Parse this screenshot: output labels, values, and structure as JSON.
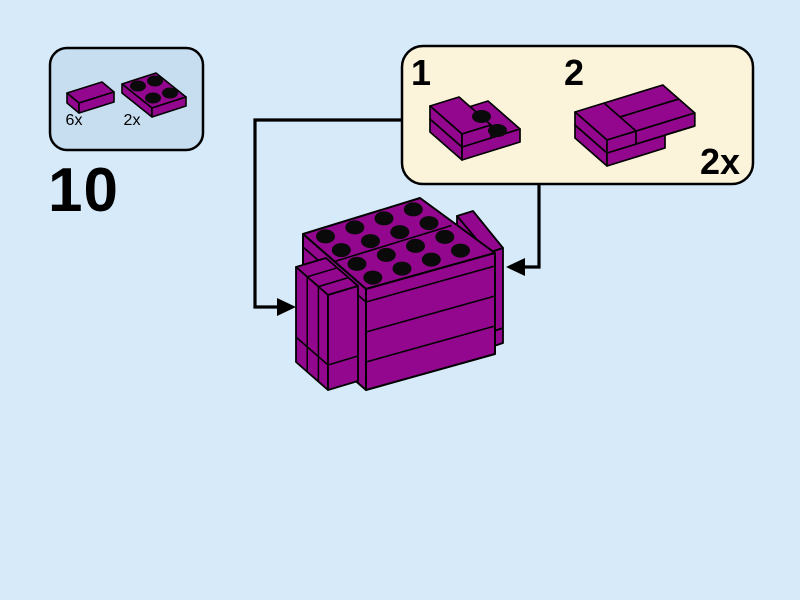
{
  "page": {
    "type": "lego-building-instruction-step",
    "background_color": "#D6EAFA"
  },
  "step": {
    "number": "10"
  },
  "parts_panel": {
    "fill_color": "#C7DDF0",
    "items": [
      {
        "part": "tile-1x2-purple",
        "quantity": "6x"
      },
      {
        "part": "plate-2x2-purple",
        "quantity": "2x"
      }
    ]
  },
  "callout": {
    "fill_color": "#FBF3DA",
    "quantity": "2x",
    "substeps": [
      {
        "number": "1",
        "content": "plate-2x2 with 1x2 tile on left column, two studs exposed"
      },
      {
        "number": "2",
        "content": "two 1x2 tiles added on top, overhanging right"
      }
    ]
  },
  "model": {
    "description": "purple brick box 4x4 studs with side arm slabs",
    "brick_color": "#93078F",
    "outline_color": "#000000"
  }
}
